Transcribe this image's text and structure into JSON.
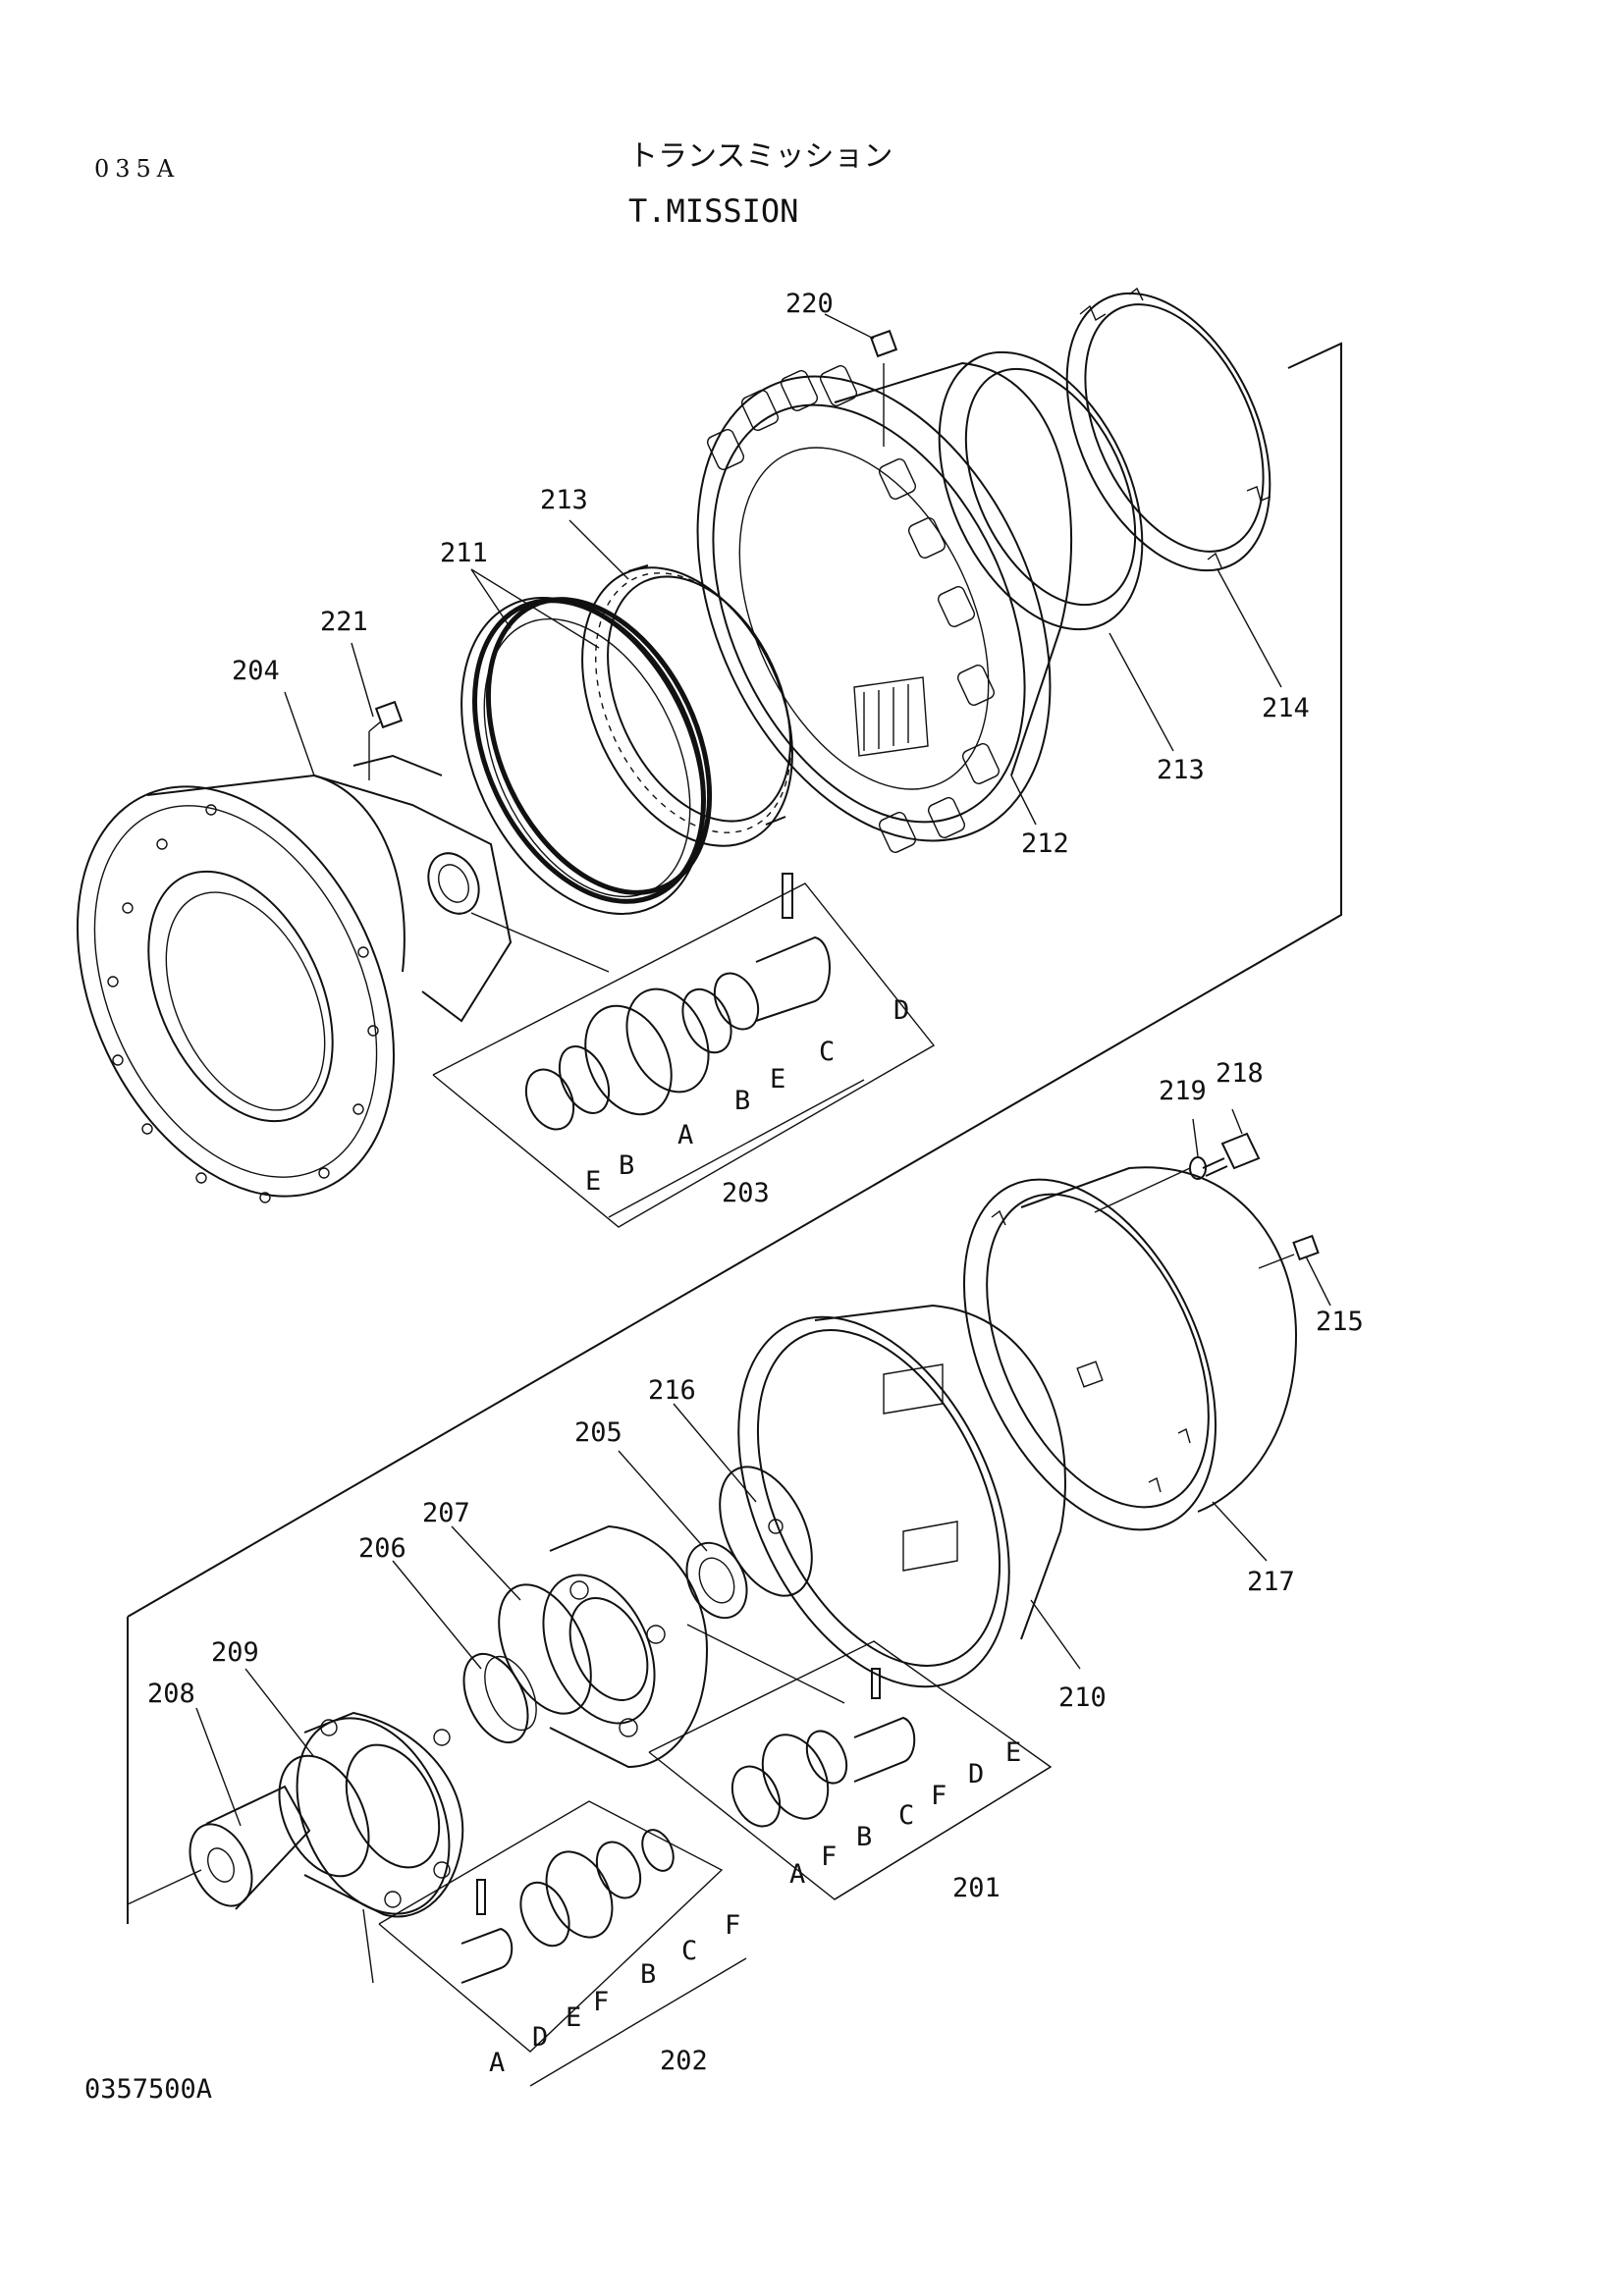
{
  "header": {
    "sheet_code": "035A",
    "title_jp": "トランスミッション",
    "title_en": "T.MISSION"
  },
  "footer": {
    "drawing_number": "0357500A"
  },
  "labels": {
    "p201": "201",
    "p202": "202",
    "p203": "203",
    "p204": "204",
    "p205": "205",
    "p206": "206",
    "p207": "207",
    "p208": "208",
    "p209": "209",
    "p210": "210",
    "p211": "211",
    "p212": "212",
    "p213a": "213",
    "p213b": "213",
    "p214": "214",
    "p215": "215",
    "p216": "216",
    "p217": "217",
    "p218": "218",
    "p219": "219",
    "p220": "220",
    "p221": "221"
  },
  "sub_labels": {
    "a203": {
      "e1": "E",
      "b1": "B",
      "a": "A",
      "b2": "B",
      "e2": "E",
      "c": "C",
      "d": "D"
    },
    "a201": {
      "f1": "F",
      "b": "B",
      "c": "C",
      "f2": "F",
      "d": "D",
      "e": "E",
      "a": "A"
    },
    "a202": {
      "a": "A",
      "d": "D",
      "e": "E",
      "f1": "F",
      "b": "B",
      "c": "C",
      "f2": "F"
    }
  }
}
